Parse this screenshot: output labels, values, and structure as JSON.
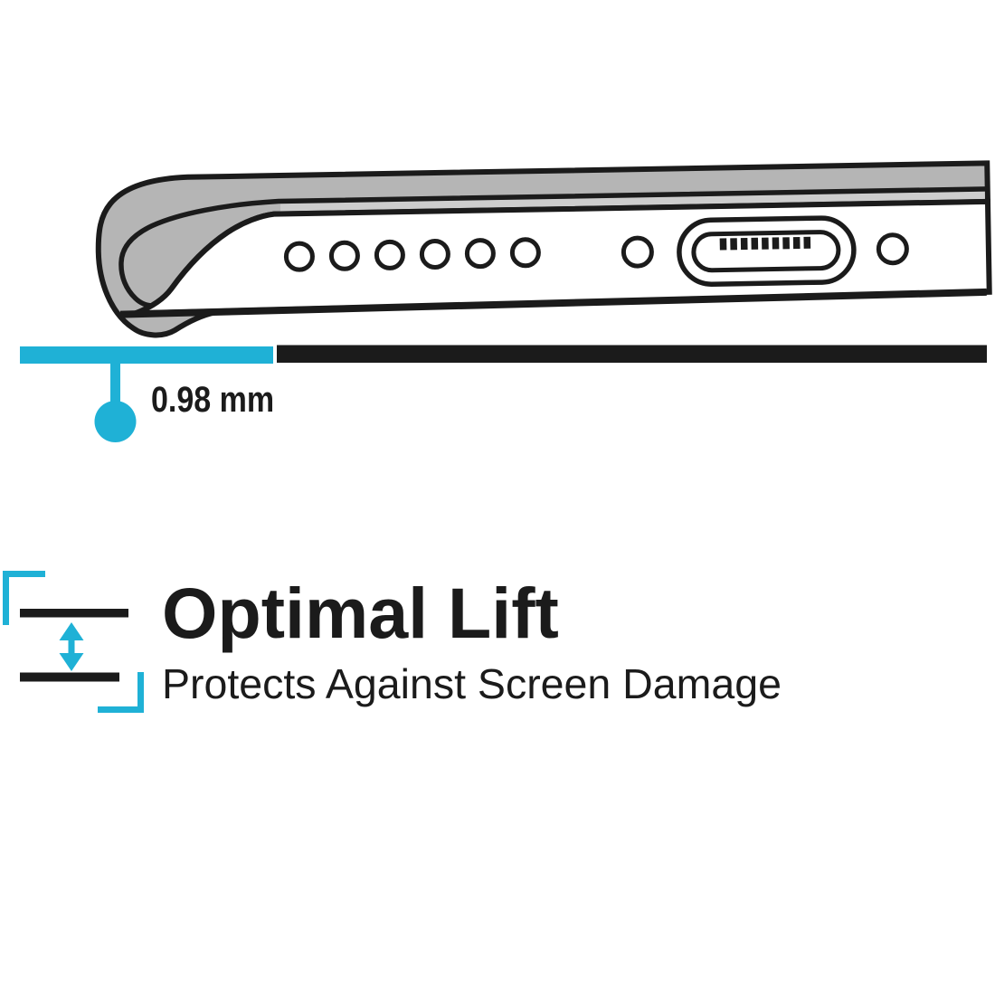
{
  "measurement": {
    "value": "0.98 mm"
  },
  "feature": {
    "title": "Optimal Lift",
    "subtitle": "Protects Against Screen Damage"
  },
  "diagram": {
    "speaker_hole_count": 6,
    "screw_hole_count": 2,
    "port_pin_count": 9
  },
  "colors": {
    "accent": "#1fb1d6",
    "ink": "#1b1b1b",
    "case_gray": "#b5b5b5",
    "strip_gray": "#cdcdcd"
  }
}
